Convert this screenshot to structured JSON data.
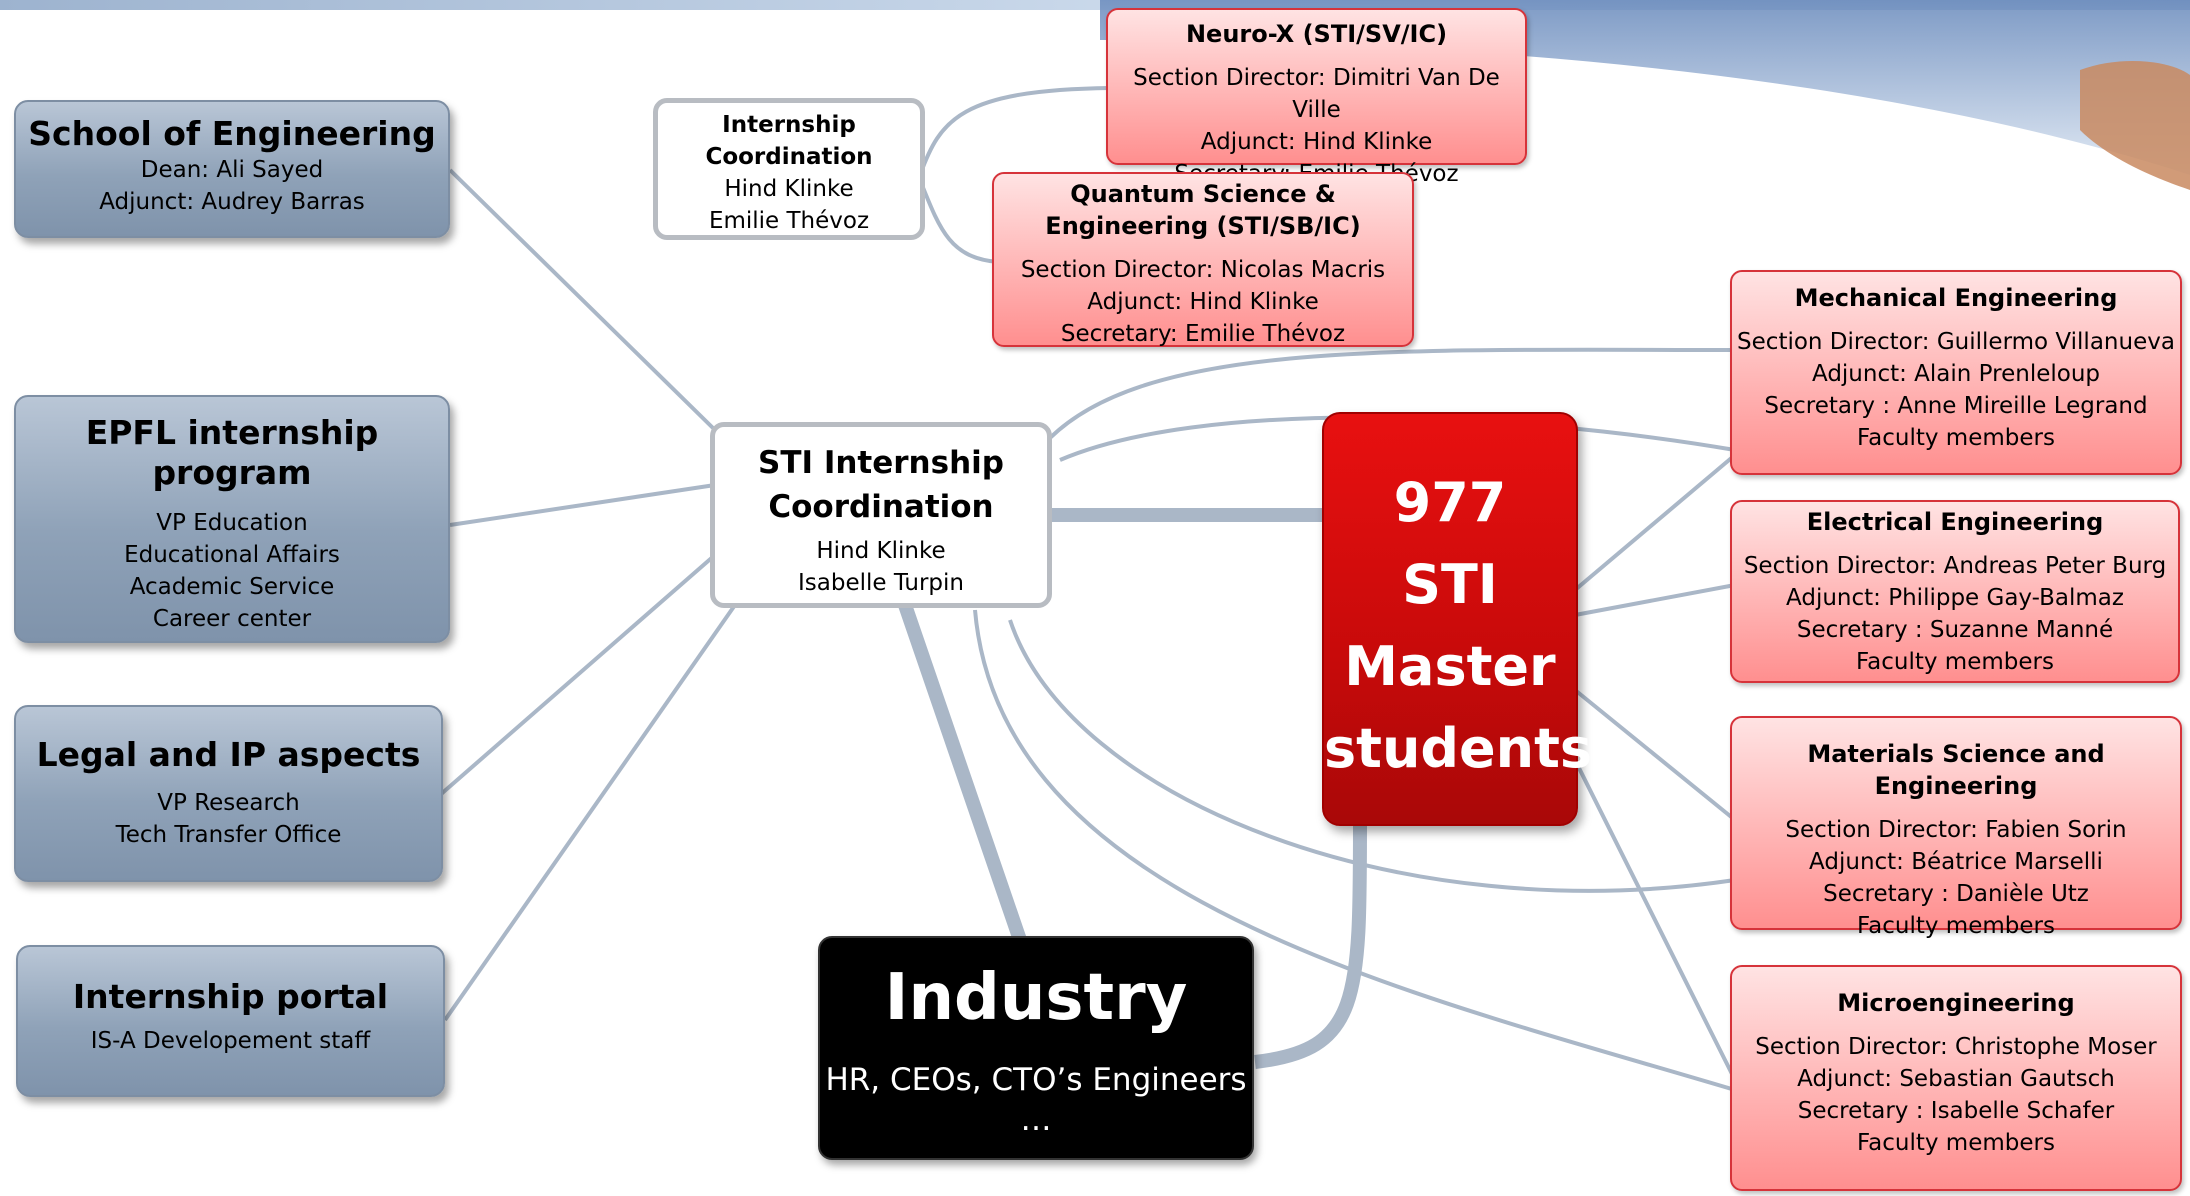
{
  "colors": {
    "gray_box": "#94a6bc",
    "pink_box": "#ffb3b3",
    "red_box": "#d10d0d",
    "connector": "#aab7c7"
  },
  "left_boxes": {
    "school": {
      "title": "School of Engineering",
      "lines": [
        "Dean: Ali Sayed",
        "Adjunct: Audrey Barras"
      ]
    },
    "epfl": {
      "title": "EPFL internship program",
      "lines": [
        "VP Education",
        "Educational Affairs",
        "Academic Service",
        "Career center"
      ]
    },
    "legal": {
      "title": "Legal and IP aspects",
      "lines": [
        "VP Research",
        "Tech Transfer Office"
      ]
    },
    "portal": {
      "title": "Internship portal",
      "lines": [
        "IS-A Developement staff"
      ]
    }
  },
  "internship_coordination": {
    "title": "Internship Coordination",
    "lines": [
      "Hind Klinke",
      "Emilie Thévoz"
    ]
  },
  "neurox": {
    "title": "Neuro-X (STI/SV/IC)",
    "lines": [
      "Section Director: Dimitri Van De Ville",
      "Adjunct: Hind Klinke",
      "Secretary: Emilie Thévoz"
    ]
  },
  "quantum": {
    "title": "Quantum Science & Engineering (STI/SB/IC)",
    "lines": [
      "Section Director: Nicolas Macris",
      "Adjunct: Hind Klinke",
      "Secretary: Emilie Thévoz"
    ]
  },
  "sti_coordination": {
    "title": "STI Internship Coordination",
    "lines": [
      "Hind Klinke",
      "Isabelle Turpin"
    ]
  },
  "master_students": {
    "lines": [
      "977",
      "STI",
      "Master",
      "students"
    ]
  },
  "industry": {
    "title": "Industry",
    "lines": [
      "HR, CEOs, CTO’s Engineers",
      "…"
    ]
  },
  "sections": {
    "mechanical": {
      "title": "Mechanical Engineering",
      "lines": [
        "Section Director: Guillermo Villanueva",
        "Adjunct: Alain Prenleloup",
        "Secretary : Anne Mireille Legrand",
        "Faculty members"
      ]
    },
    "electrical": {
      "title": "Electrical Engineering",
      "lines": [
        "Section Director: Andreas Peter Burg",
        "Adjunct: Philippe Gay-Balmaz",
        "Secretary : Suzanne Manné",
        "Faculty members"
      ]
    },
    "materials": {
      "title": "Materials Science and Engineering",
      "lines": [
        "Section Director: Fabien Sorin",
        "Adjunct: Béatrice Marselli",
        "Secretary : Danièle Utz",
        "Faculty members"
      ]
    },
    "micro": {
      "title": "Microengineering",
      "lines": [
        "Section Director: Christophe Moser",
        "Adjunct: Sebastian Gautsch",
        "Secretary : Isabelle Schafer",
        "Faculty members"
      ]
    }
  }
}
